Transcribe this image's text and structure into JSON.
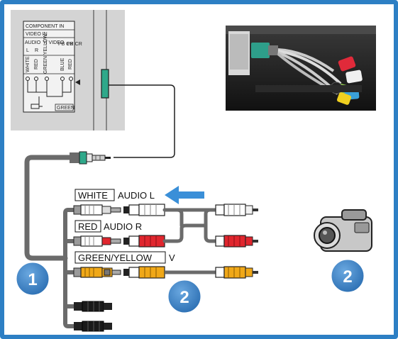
{
  "panel": {
    "title_line1": "COMPONENT IN",
    "title_line2": "VIDEO IN",
    "audio_label": "AUDIO",
    "audio_l": "L",
    "audio_r": "R",
    "video_label": "Y/ VIDEO",
    "pb_label": "PB CB",
    "pr_label": "PR CR",
    "jack_white": "WHITE",
    "jack_red": "RED",
    "jack_green": "GREEN YELLOW",
    "jack_blue": "BLUE",
    "jack_red2": "RED",
    "cable_label": "GREEN"
  },
  "cables": {
    "white_label_boxed": "WHITE",
    "white_label_rest": "AUDIO L",
    "red_label_boxed": "RED",
    "red_label_rest": "AUDIO R",
    "green_label_boxed": "GREEN/YELLOW",
    "green_label_rest": "V"
  },
  "badges": {
    "left": "1",
    "middle": "2",
    "right": "2"
  },
  "colors": {
    "frame": "#2d7fc4",
    "arrow": "#3a8fd8",
    "badge": "#3f82c6",
    "panel_bg": "#d4d4d4",
    "plug_green": "#2fa88a",
    "white_plug": "#ffffff",
    "red_plug": "#e0262e",
    "yellow_plug": "#f0a818",
    "cable": "#6b6b6b"
  },
  "icons": {
    "arrow": "left-arrow-icon",
    "camera": "camcorder-icon",
    "photo": "tv-jack-photo"
  }
}
